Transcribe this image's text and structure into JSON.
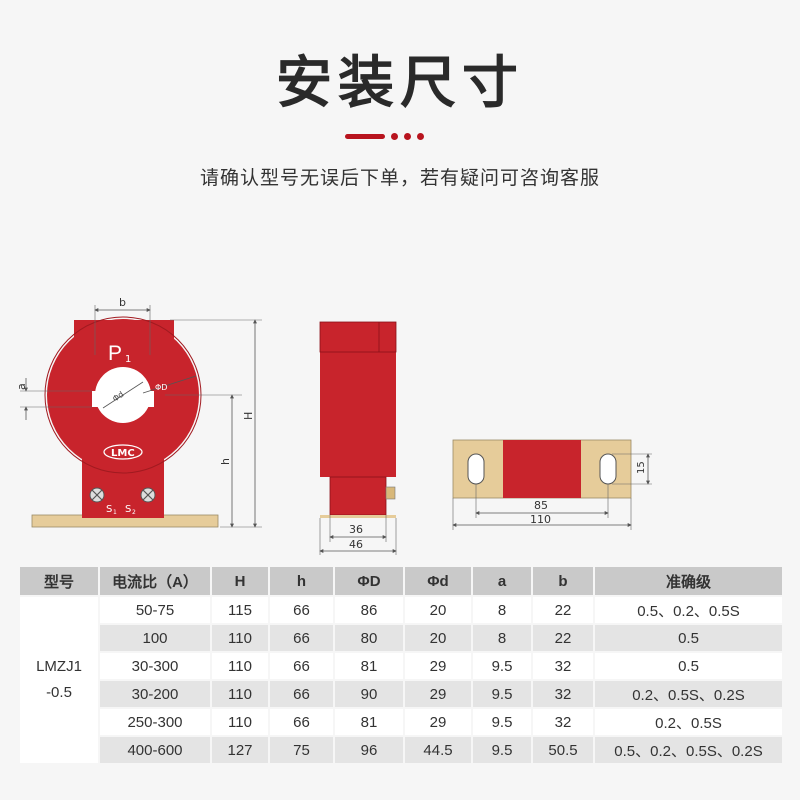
{
  "header": {
    "title": "安装尺寸",
    "subtitle": "请确认型号无误后下单，若有疑问可咨询客服"
  },
  "colors": {
    "accent": "#b8141e",
    "product_red": "#c8242c",
    "brass": "#e6cc9a"
  },
  "drawing_labels": {
    "b": "b",
    "P1": "P",
    "P1_sub": "1",
    "a": "a",
    "H": "H",
    "h": "h",
    "phi_d": "Φd",
    "phi_D": "ΦD",
    "logo": "LMC",
    "S1": "S",
    "S1_sub": "1",
    "S2": "S",
    "S2_sub": "2",
    "dim36": "36",
    "dim46": "46",
    "dim85": "85",
    "dim110": "110",
    "dim15": "15"
  },
  "table": {
    "columns": [
      "型号",
      "电流比（A）",
      "H",
      "h",
      "ΦD",
      "Φd",
      "a",
      "b",
      "准确级"
    ],
    "model": [
      "LMZJ1",
      "-0.5"
    ],
    "rows": [
      [
        "50-75",
        "115",
        "66",
        "86",
        "20",
        "8",
        "22",
        "0.5、0.2、0.5S"
      ],
      [
        "100",
        "110",
        "66",
        "80",
        "20",
        "8",
        "22",
        "0.5"
      ],
      [
        "30-300",
        "110",
        "66",
        "81",
        "29",
        "9.5",
        "32",
        "0.5"
      ],
      [
        "30-200",
        "110",
        "66",
        "90",
        "29",
        "9.5",
        "32",
        "0.2、0.5S、0.2S"
      ],
      [
        "250-300",
        "110",
        "66",
        "81",
        "29",
        "9.5",
        "32",
        "0.2、0.5S"
      ],
      [
        "400-600",
        "127",
        "75",
        "96",
        "44.5",
        "9.5",
        "50.5",
        "0.5、0.2、0.5S、0.2S"
      ]
    ]
  }
}
